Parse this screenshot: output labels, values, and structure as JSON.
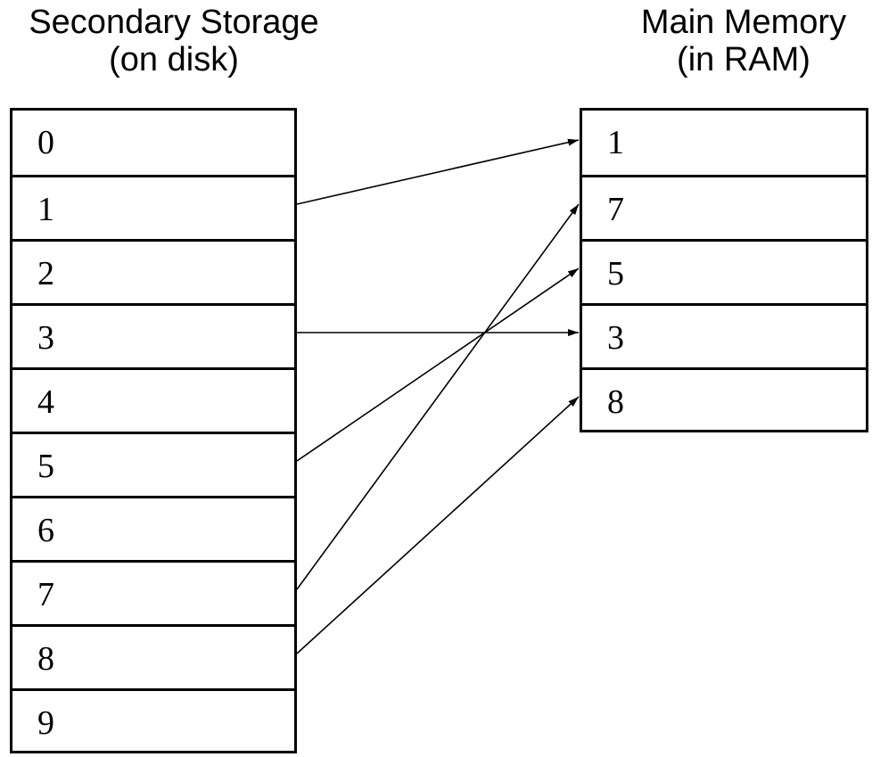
{
  "secondary_storage": {
    "title_line1": "Secondary Storage",
    "title_line2": "(on disk)",
    "blocks": [
      "0",
      "1",
      "2",
      "3",
      "4",
      "5",
      "6",
      "7",
      "8",
      "9"
    ]
  },
  "main_memory": {
    "title_line1": "Main Memory",
    "title_line2": "(in RAM)",
    "slots": [
      "1",
      "7",
      "5",
      "3",
      "8"
    ]
  },
  "mappings": [
    {
      "from_block": "1",
      "to_slot": "1"
    },
    {
      "from_block": "3",
      "to_slot": "3"
    },
    {
      "from_block": "5",
      "to_slot": "5"
    },
    {
      "from_block": "7",
      "to_slot": "7"
    },
    {
      "from_block": "8",
      "to_slot": "8"
    }
  ],
  "colors": {
    "line": "#000000",
    "background": "#ffffff"
  }
}
